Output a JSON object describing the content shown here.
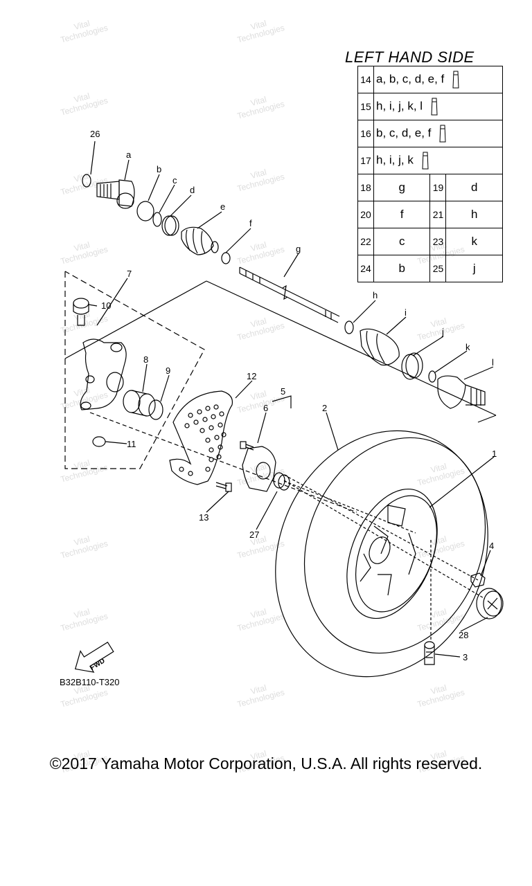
{
  "title": "LEFT HAND SIDE",
  "diagram_code": "B32B110-T320",
  "copyright": "©2017 Yamaha Motor Corporation, U.S.A. All rights reserved.",
  "watermark": [
    "Vital",
    "Technologies"
  ],
  "grease_table": [
    {
      "num": "14",
      "letters": "a, b, c, d, e, f"
    },
    {
      "num": "15",
      "letters": "h, i, j, k, l"
    },
    {
      "num": "16",
      "letters": "b, c, d, e, f"
    },
    {
      "num": "17",
      "letters": "h, i, j, k"
    }
  ],
  "pair_table": [
    [
      {
        "num": "18",
        "letter": "g"
      },
      {
        "num": "19",
        "letter": "d"
      }
    ],
    [
      {
        "num": "20",
        "letter": "f"
      },
      {
        "num": "21",
        "letter": "h"
      }
    ],
    [
      {
        "num": "22",
        "letter": "c"
      },
      {
        "num": "23",
        "letter": "k"
      }
    ],
    [
      {
        "num": "24",
        "letter": "b"
      },
      {
        "num": "25",
        "letter": "j"
      }
    ]
  ],
  "callouts": {
    "n1": "1",
    "n2": "2",
    "n3": "3",
    "n4": "4",
    "n5": "5",
    "n6": "6",
    "n7": "7",
    "n8": "8",
    "n9": "9",
    "n10": "10",
    "n11": "11",
    "n12": "12",
    "n13": "13",
    "n26": "26",
    "n27": "27",
    "n28": "28",
    "a": "a",
    "b": "b",
    "c": "c",
    "d": "d",
    "e": "e",
    "f": "f",
    "g": "g",
    "h": "h",
    "i": "i",
    "j": "j",
    "k": "k",
    "l": "l"
  },
  "fwd_label": "FWD"
}
